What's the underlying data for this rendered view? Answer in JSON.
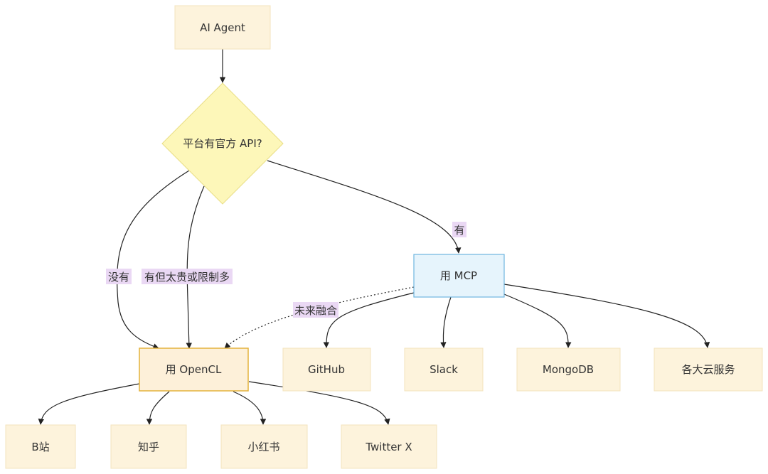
{
  "nodes": {
    "ai_agent": "AI Agent",
    "decision": "平台有官方 API?",
    "use_mcp": "用 MCP",
    "use_opencl": "用 OpenCL",
    "github": "GitHub",
    "slack": "Slack",
    "mongodb": "MongoDB",
    "cloud": "各大云服务",
    "bilibili": "B站",
    "zhihu": "知乎",
    "xiaohongshu": "小红书",
    "twitter": "Twitter X"
  },
  "edge_labels": {
    "yes": "有",
    "no": "没有",
    "yes_expensive": "有但太贵或限制多",
    "future": "未来融合"
  },
  "colors": {
    "node_fill": "#fdf3dc",
    "node_stroke": "#f3e3bd",
    "decision_fill": "#fdf7b9",
    "decision_stroke": "#e9de86",
    "mcp_fill": "#e6f4fc",
    "mcp_stroke": "#6fb6e0",
    "opencl_fill": "#fdf0d9",
    "opencl_stroke": "#e3b23c",
    "label_bg": "#ead8f4",
    "edge": "#222222"
  }
}
